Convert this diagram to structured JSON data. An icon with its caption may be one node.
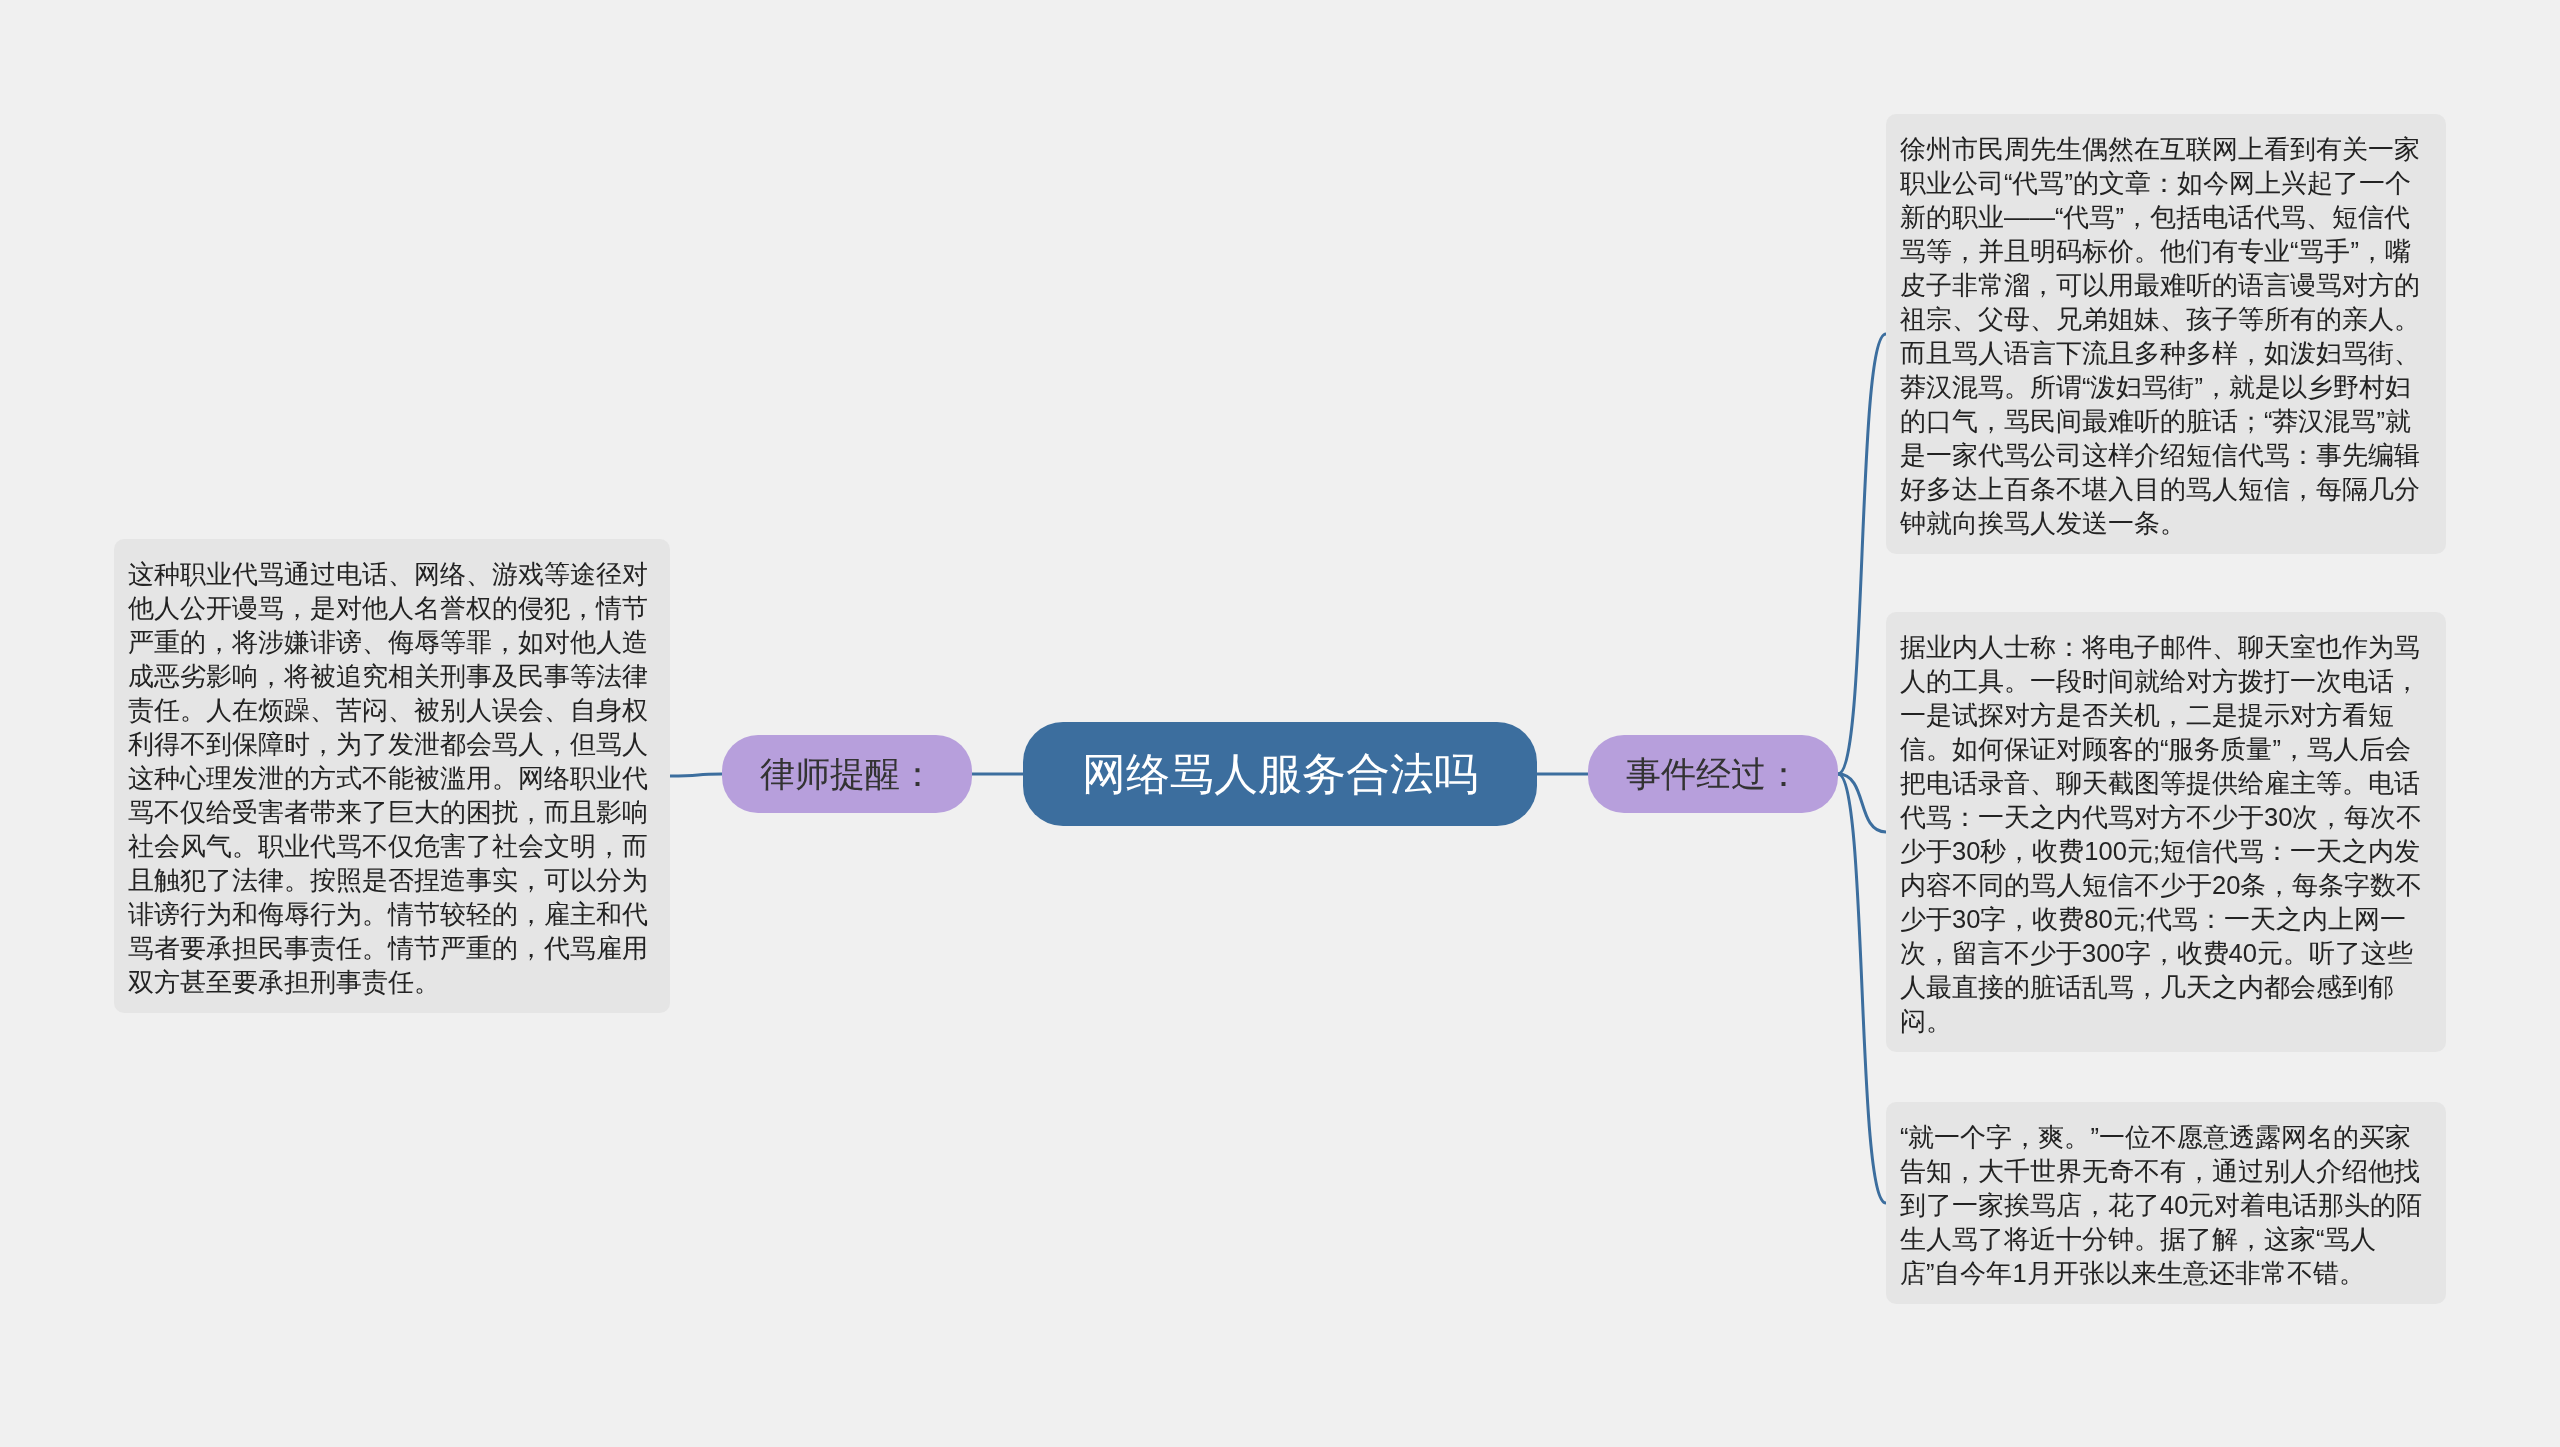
{
  "diagram": {
    "nodes": [
      {
        "text": [
          "网络骂人服务合法吗"
        ]
      },
      {
        "text": [
          "律师提醒："
        ]
      },
      {
        "text": [
          "这种职业代骂通过电话、网络、游戏等途径对他人公开谩骂，是对他人名誉权的侵犯，情节严重的，将涉嫌诽谤、侮辱等罪，如对他人造成恶劣影响，将被追究相关刑事及民事等法律责任。人在烦躁、苦闷、被别人误会、自身权利得不到保障时，为了发泄都会骂人，但骂人这种心理发泄的方式不能被滥用。网络职业代骂不仅给受害者带来了巨大的困扰，而且影响社会风气。职业代骂不仅危害了社会文明，而且触犯了法律。按照是否捏造事实，可以分为诽谤行为和侮辱行为。情节较轻的，雇主和代骂者要承担民事责任。情节严重的，代骂雇用双方甚至要承担刑事责任。"
        ]
      },
      {
        "text": [
          "事件经过："
        ]
      },
      {
        "text": [
          "徐州市民周先生偶然在互联网上看到有关一家职业公司“代骂”的文章：如今网上兴起了一个新的职业——“代骂”，包括电话代骂、短信代骂等，并且明码标价。他们有专业“骂手”，嘴皮子非常溜，可以用最难听的语言谩骂对方的祖宗、父母、兄弟姐妹、孩子等所有的亲人。而且骂人语言下流且多种多样，如泼妇骂街、莽汉混骂。所谓“泼妇骂街”，就是以乡野村妇的口气，骂民间最难听的脏话；“莽汉混骂”就是一家代骂公司这样介绍短信代骂：事先编辑好多达上百条不堪入目的骂人短信，每隔几分钟就向挨骂人发送一条。"
        ]
      },
      {
        "text": [
          "据业内人士称：将电子邮件、聊天室也作为骂人的工具。一段时间就给对方拨打一次电话，一是试探对方是否关机，二是提示对方看短信。如何保证对顾客的“服务质量”，骂人后会把电话录音、聊天截图等提供给雇主等。电话代骂：一天之内代骂对方不少于30次，每次不少于30秒，收费100元;短信代骂：一天之内发内容不同的骂人短信不少于20条，每条字数不少于30字，收费80元;代骂：一天之内上网一次，留言不少于300字，收费40元。听了这些人最直接的脏话乱骂，几天之内都会感到郁闷。"
        ]
      },
      {
        "text": [
          "“就一个字，爽。”一位不愿意透露网名的买家告知，大千世界无奇不有，通过别人介绍他找到了一家挨骂店，花了40元对着电话那头的陌生人骂了将近十分钟。据了解，这家“骂人店”自今年1月开张以来生意还非常不错。"
        ]
      }
    ],
    "edges": [
      {
        "from": 0,
        "to": 1,
        "arrow": "none"
      },
      {
        "from": 1,
        "to": 2,
        "arrow": "none"
      },
      {
        "from": 0,
        "to": 3,
        "arrow": "none"
      },
      {
        "from": 3,
        "to": 4,
        "arrow": "none"
      },
      {
        "from": 3,
        "to": 5,
        "arrow": "none"
      },
      {
        "from": 3,
        "to": 6,
        "arrow": "none"
      }
    ]
  }
}
